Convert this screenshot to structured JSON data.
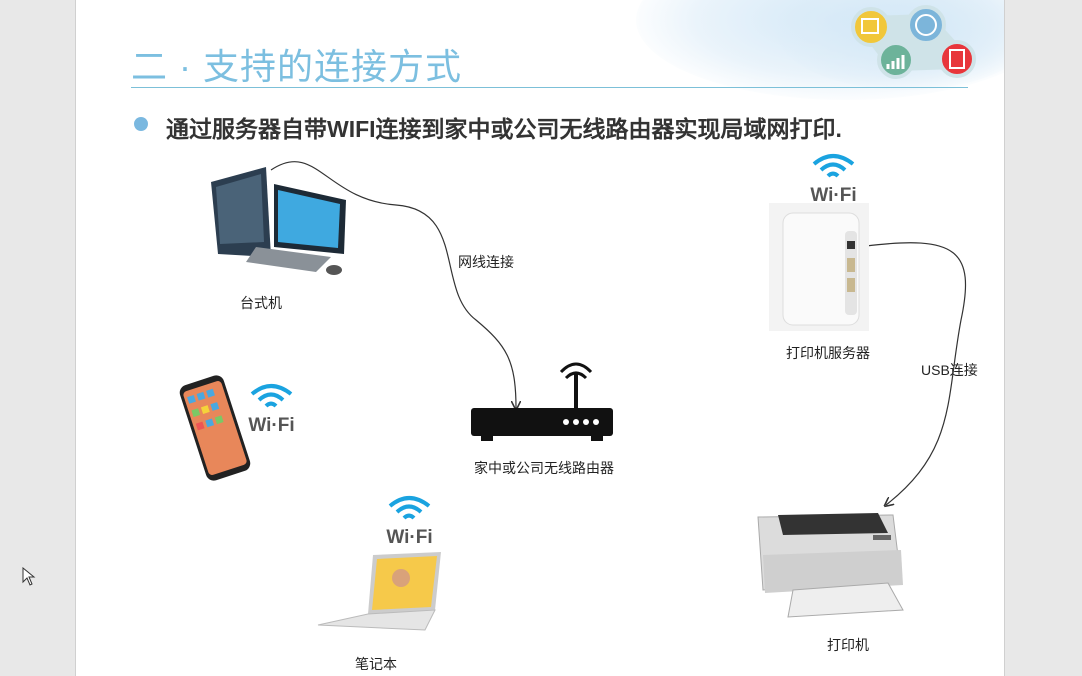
{
  "slide": {
    "title": "二 · 支持的连接方式",
    "bullet": "通过服务器自带WIFI连接到家中或公司无线路由器实现局域网打印.",
    "labels": {
      "desktop": "台式机",
      "cable": "网线连接",
      "router": "家中或公司无线路由器",
      "print_server": "打印机服务器",
      "usb": "USB连接",
      "printer": "打印机",
      "laptop": "笔记本"
    },
    "wifi_text": "Wi·Fi"
  },
  "colors": {
    "title": "#7cbfe0",
    "wifi": "#1aa3e0",
    "accent_line": "#7cc0d8"
  }
}
